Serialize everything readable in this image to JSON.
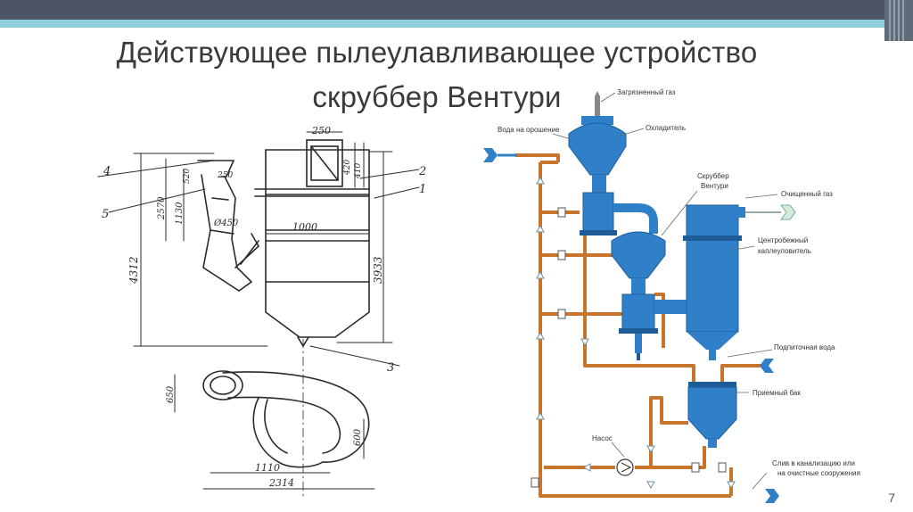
{
  "title": {
    "line1": "Действующее пылеулавливающее устройство",
    "line2": "скруббер Вентури"
  },
  "slide_number": "7",
  "sketch": {
    "dims": {
      "d250_top": "250",
      "d420": "420",
      "d410": "410",
      "d250_side": "250",
      "d520": "520",
      "d2570": "2570",
      "d1130": "1130",
      "d450": "Ø450",
      "d1000": "1000",
      "d4312": "4312",
      "d3933": "3933",
      "d650": "650",
      "d600": "600",
      "d1110": "1110",
      "d2314": "2314"
    },
    "callouts": {
      "c1": "1",
      "c2": "2",
      "c3": "3",
      "c4": "4",
      "c5": "5"
    }
  },
  "scheme": {
    "labels": {
      "dirty_gas": "Загрязненный газ",
      "irrigation_water": "Вода на орошение",
      "cooler": "Охладитель",
      "venturi_line1": "Скруббер",
      "venturi_line2": "Вентури",
      "clean_gas": "Очищенный газ",
      "centrifugal_line1": "Центробежный",
      "centrifugal_line2": "каплеуловитель",
      "makeup_water": "Подпиточная вода",
      "receiving_tank": "Приемный бак",
      "pump": "Насос",
      "drain_line1": "Слив в канализацию или",
      "drain_line2": "на очистные сооружения"
    },
    "colors": {
      "vessel": "#2f7fc9",
      "vessel_dark": "#1d5c98",
      "pipe": "#c8742a",
      "arrow": "#5aa9c7"
    }
  }
}
